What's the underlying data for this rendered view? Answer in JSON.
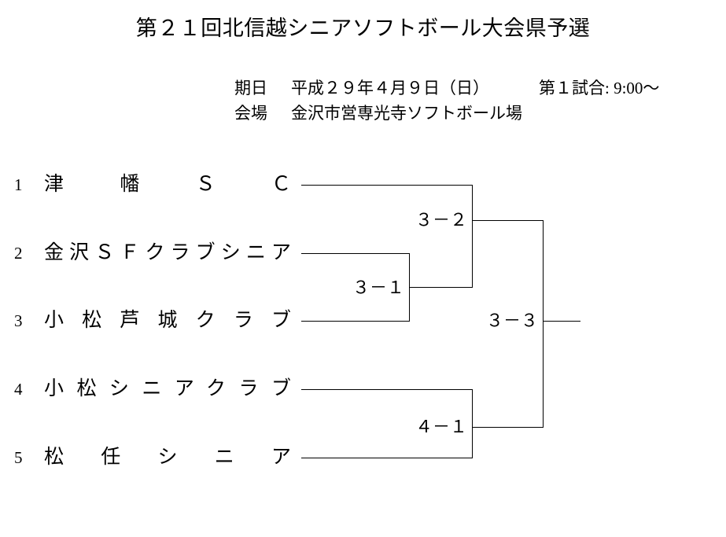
{
  "document": {
    "title": "第２１回北信越シニアソフトボール大会県予選"
  },
  "info": {
    "date_label": "期日",
    "date_value": "平成２９年４月９日（日）",
    "venue_label": "会場",
    "venue_value": "金沢市営専光寺ソフトボール場",
    "first_game": "第１試合: 9:00〜"
  },
  "bracket": {
    "teams": [
      {
        "seed": "1",
        "name": "津幡ＳＣ"
      },
      {
        "seed": "2",
        "name": "金沢ＳＦクラブシニア"
      },
      {
        "seed": "3",
        "name": "小松芦城クラブ"
      },
      {
        "seed": "4",
        "name": "小松シニアクラブ"
      },
      {
        "seed": "5",
        "name": "松任シニア"
      }
    ],
    "matches": [
      {
        "id": "round1-upper",
        "label": "３－１"
      },
      {
        "id": "semifinal-upper",
        "label": "３－２"
      },
      {
        "id": "round1-lower",
        "label": "４－１"
      },
      {
        "id": "final",
        "label": "３－３"
      }
    ]
  },
  "style": {
    "line_color": "#000000",
    "background": "#ffffff",
    "text_color": "#000000"
  }
}
